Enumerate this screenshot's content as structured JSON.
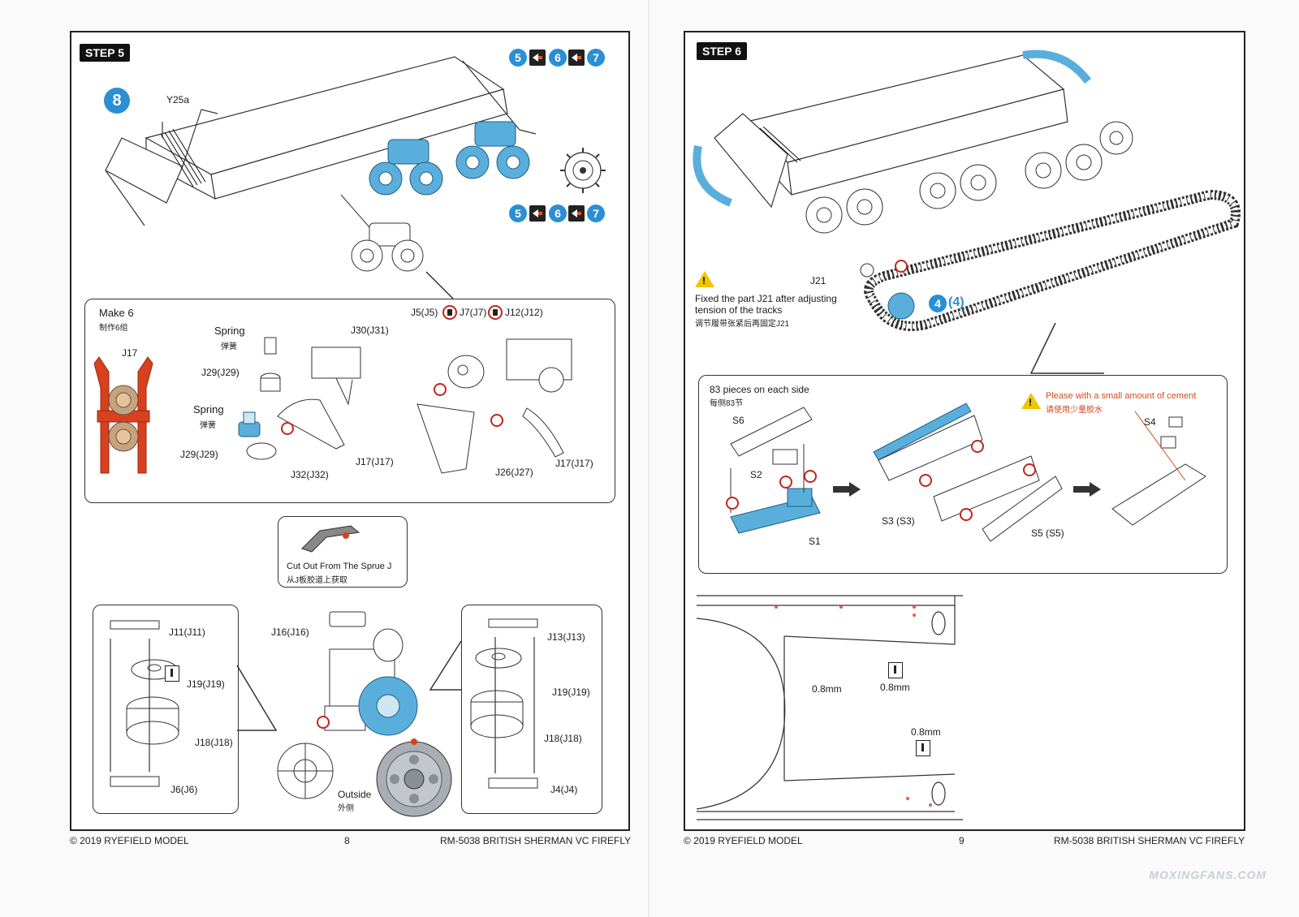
{
  "left_page": {
    "step_title": "STEP 5",
    "step_number_badge": "8",
    "callout_part": "Y25a",
    "sequence_top": [
      "5",
      "6",
      "7"
    ],
    "sequence_bottom": [
      "5",
      "6",
      "7"
    ],
    "bogie_box": {
      "make_title": "Make 6",
      "make_cn": "制作6组",
      "j17_label": "J17",
      "spring_1": "Spring",
      "spring_1_cn": "弹簧",
      "j29_top": "J29(J29)",
      "spring_2": "Spring",
      "spring_2_cn": "弹簧",
      "j29_bottom": "J29(J29)",
      "j32": "J32(J32)",
      "j30": "J30(J31)",
      "j17_left": "J17(J17)",
      "j5": "J5(J5)",
      "j7": "J7(J7)",
      "j12": "J12(J12)",
      "j26": "J26(J27)",
      "j17_right": "J17(J17)"
    },
    "sprue_callout": {
      "text": "Cut Out From The Sprue J",
      "text_cn": "从J板胶道上获取"
    },
    "wheel_assembly": {
      "j16": "J16(J16)",
      "j11": "J11(J11)",
      "j19_left": "J19(J19)",
      "j18_left": "J18(J18)",
      "j6": "J6(J6)",
      "outside": "Outside",
      "outside_cn": "外侧",
      "j13": "J13(J13)",
      "j19_right": "J19(J19)",
      "j18_right": "J18(J18)",
      "j4": "J4(J4)"
    },
    "footer": {
      "copyright": "© 2019 RYEFIELD MODEL",
      "page_number": "8",
      "product": "RM-5038 BRITISH SHERMAN VC FIREFLY"
    }
  },
  "right_page": {
    "step_title": "STEP 6",
    "j21_label": "J21",
    "warning_text_1": "Fixed the part J21 after adjusting",
    "warning_text_2": "tension of the tracks",
    "warning_cn": "调节履带张紧后再固定J21",
    "track_badge": "4",
    "track_badge_paren": "(4)",
    "track_box": {
      "pieces_text": "83 pieces on each side",
      "pieces_cn": "每侧83节",
      "s6": "S6",
      "s2": "S2",
      "s1": "S1",
      "s3": "S3 (S3)",
      "s5": "S5 (S5)",
      "s4": "S4",
      "cement_note": "Please with a small amount of cement",
      "cement_note_cn": "请使用少量胶水"
    },
    "drill_1": "0.8mm",
    "drill_2": "0.8mm",
    "drill_3": "0.8mm",
    "footer": {
      "copyright": "© 2019 RYEFIELD MODEL",
      "page_number": "9",
      "product": "RM-5038 BRITISH SHERMAN VC FIREFLY"
    }
  },
  "watermark": "MOXINGFANS.COM",
  "colors": {
    "highlight_blue": "#5aaedb",
    "badge_blue": "#2a8fd4",
    "part_red": "#d8401e",
    "note_orange": "#d24a1a"
  }
}
